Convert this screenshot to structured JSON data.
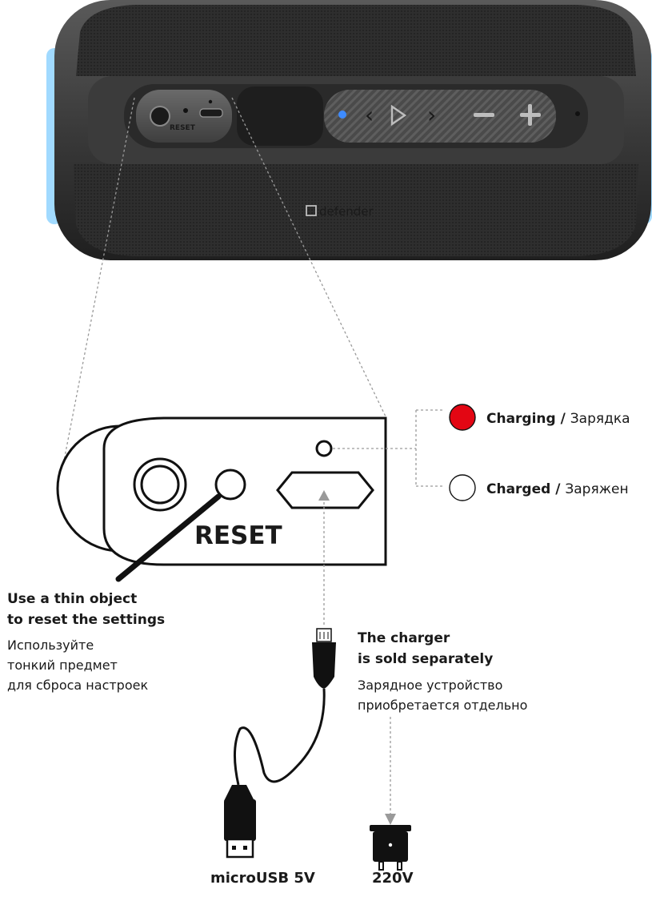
{
  "brand": {
    "logo_text": "defender"
  },
  "speaker_panel": {
    "reset_small": "RESET"
  },
  "port_panel": {
    "reset_label": "RESET"
  },
  "indicator": {
    "charging": {
      "label_en": "Charging",
      "separator": " / ",
      "label_ru": "Зарядка",
      "color": "#e30613"
    },
    "charged": {
      "label_en": "Charged",
      "separator": " / ",
      "label_ru": "Заряжен",
      "color": "#ffffff"
    }
  },
  "reset_note": {
    "en": [
      "Use a thin object",
      "to reset the settings"
    ],
    "ru": [
      "Используйте",
      "тонкий предмет",
      "для сброса настроек"
    ]
  },
  "charger_note": {
    "en": [
      "The charger",
      "is sold separately"
    ],
    "ru": [
      "Зарядное устройство",
      "приобретается отдельно"
    ]
  },
  "cable_label": "microUSB 5V",
  "adapter_label": "220V",
  "colors": {
    "accent_blue": "#6ec6ff",
    "body_dark": "#2b2b2b",
    "charging_red": "#e30613"
  }
}
